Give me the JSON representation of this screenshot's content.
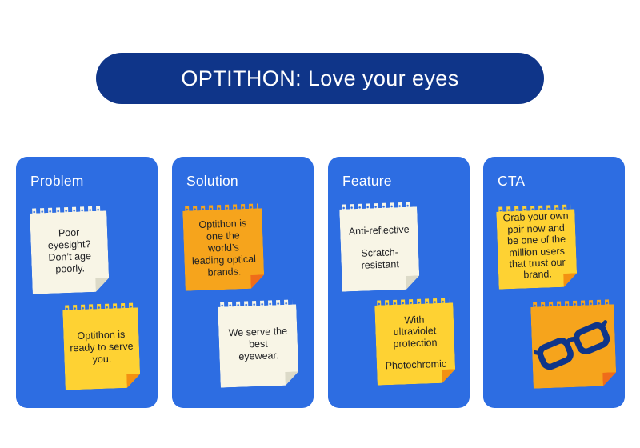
{
  "header": {
    "title": "OPTITHON: Love your eyes"
  },
  "colors": {
    "header_navy": "#0f3589",
    "column_blue": "#2d6de2",
    "note_cream": "#f8f5e6",
    "note_yellow": "#fed233",
    "note_orange": "#f6a41c",
    "fold_cream": "#dcdac8",
    "fold_yellow": "#f39112",
    "fold_orange": "#ef6c1a",
    "note_text": "#202124",
    "header_text": "#ffffff",
    "glasses_navy": "#0f3589"
  },
  "columns": [
    {
      "label": "Problem",
      "notes": [
        {
          "style": "cream",
          "paragraphs": [
            "Poor\neyesight?\nDon’t age\npoorly."
          ]
        },
        {
          "style": "yellow",
          "paragraphs": [
            "Optithon is\nready to serve\nyou."
          ]
        }
      ]
    },
    {
      "label": "Solution",
      "notes": [
        {
          "style": "orange",
          "paragraphs": [
            "Optithon is\none the\nworld’s\nleading optical\nbrands."
          ]
        },
        {
          "style": "cream",
          "paragraphs": [
            "We serve the\nbest\neyewear."
          ]
        }
      ]
    },
    {
      "label": "Feature",
      "notes": [
        {
          "style": "cream",
          "paragraphs": [
            "Anti-reflective",
            "Scratch-\nresistant"
          ]
        },
        {
          "style": "yellow",
          "paragraphs": [
            "With\nultraviolet\nprotection",
            "Photochromic"
          ]
        }
      ]
    },
    {
      "label": "CTA",
      "notes": [
        {
          "style": "yellow",
          "paragraphs": [
            "Grab your own\npair now and\nbe one of the\nmillion users\nthat trust our\nbrand."
          ]
        },
        {
          "style": "orange",
          "icon": "glasses-icon",
          "paragraphs": []
        }
      ]
    }
  ]
}
